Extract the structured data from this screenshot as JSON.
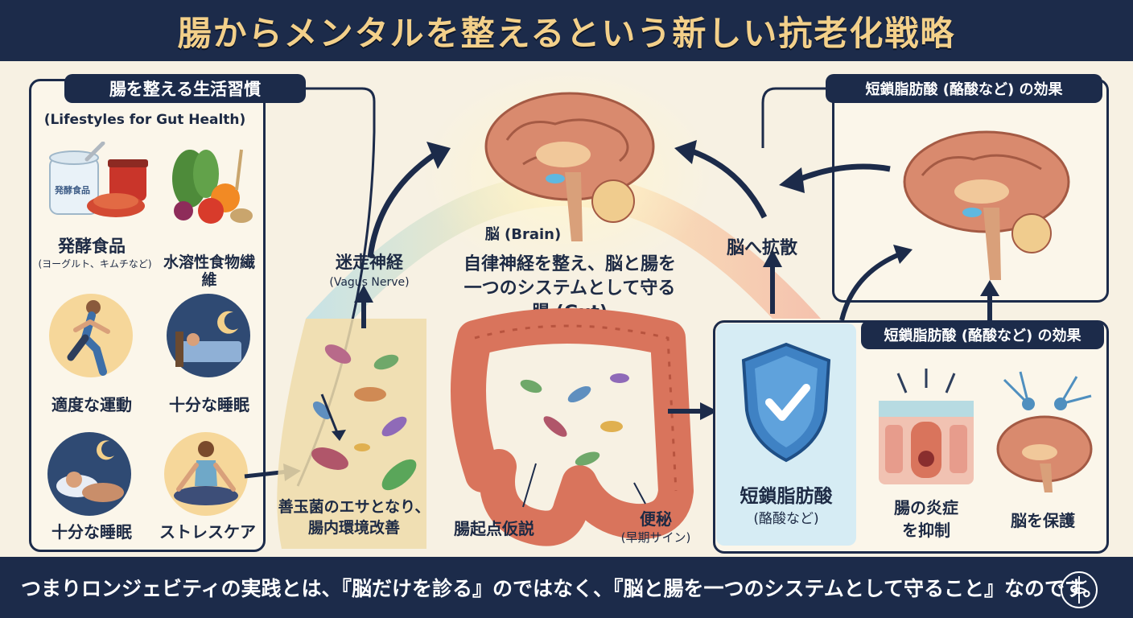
{
  "header": {
    "title": "腸からメンタルを整えるという新しい抗老化戦略"
  },
  "lifestyle": {
    "heading": "腸を整える生活習慣",
    "subheading": "(Lifestyles for Gut Health)",
    "jar_label": "発酵食品",
    "items": [
      {
        "label": "発酵食品",
        "sub": "(ヨーグルト、キムチなど)"
      },
      {
        "label": "水溶性食物繊維"
      },
      {
        "label": "適度な運動"
      },
      {
        "label": "十分な睡眠"
      },
      {
        "label": "十分な睡眠"
      },
      {
        "label": "ストレスケア"
      }
    ]
  },
  "center": {
    "brain_label": "脳 (Brain)",
    "vagus_label": "迷走神経",
    "vagus_sub": "(Vagus Nerve)",
    "system_text_line1": "自律神経を整え、脳と腸を",
    "system_text_line2": "一つのシステムとして守る",
    "gut_label": "腸 (Gut)",
    "bacteria_text_line1": "善玉菌のエサとなり、",
    "bacteria_text_line2": "腸内環境改善",
    "hypothesis_label": "腸起点仮説",
    "constipation_label": "便秘",
    "constipation_sub": "(早期サイン)",
    "diffuse_label": "脳へ拡散"
  },
  "scfa": {
    "heading_top": "短鎖脂肪酸 (酪酸など) の効果",
    "heading_mid": "短鎖脂肪酸 (酪酸など) の効果",
    "shield_label": "短鎖脂肪酸",
    "shield_sub": "(酪酸など)",
    "effect1_line1": "腸の炎症",
    "effect1_line2": "を抑制",
    "effect2": "脳を保護"
  },
  "footer": {
    "text": "つまりロンジェビティの実践とは、『脳だけを診る』のではなく、『脳と腸を一つのシステムとして守ること』なのです。"
  },
  "colors": {
    "navy": "#1c2b4a",
    "gold": "#f3d08a",
    "brain": "#d98a6e",
    "gut": "#d9745c",
    "shield": "#3f82c4"
  }
}
